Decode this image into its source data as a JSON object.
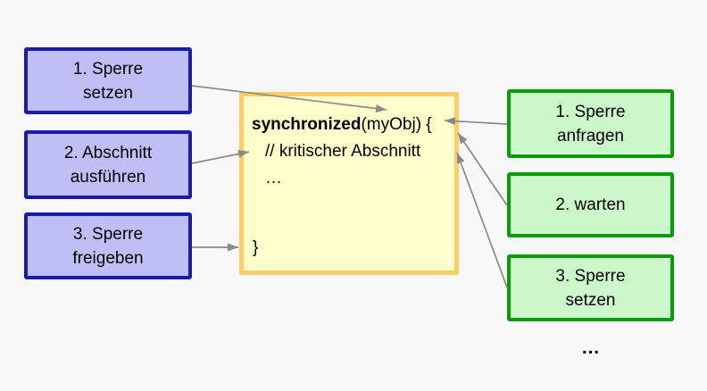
{
  "colors": {
    "background": "#f8f8f8",
    "blue_box_fill": "#bfbff5",
    "blue_box_border": "#1b1bab",
    "green_box_fill": "#ccf7cb",
    "green_box_border": "#0a9a0a",
    "code_box_fill": "#ffffcc",
    "code_box_border": "#ffcc66",
    "arrow": "#8a8a8a",
    "text": "#000000"
  },
  "left_column": {
    "boxes": [
      {
        "line1": "1. Sperre",
        "line2": "setzen"
      },
      {
        "line1": "2. Abschnitt",
        "line2": "ausführen"
      },
      {
        "line1": "3. Sperre",
        "line2": "freigeben"
      }
    ]
  },
  "code_box": {
    "keyword": "synchronized",
    "line1_rest": "(myObj) {",
    "comment": "// kritischer Abschnitt",
    "ellipsis": "…",
    "closing_brace": "}"
  },
  "right_column": {
    "boxes": [
      {
        "line1": "1. Sperre",
        "line2": "anfragen"
      },
      {
        "line1": "2. warten",
        "line2": ""
      },
      {
        "line1": "3. Sperre",
        "line2": "setzen"
      }
    ],
    "ellipsis": "…"
  }
}
